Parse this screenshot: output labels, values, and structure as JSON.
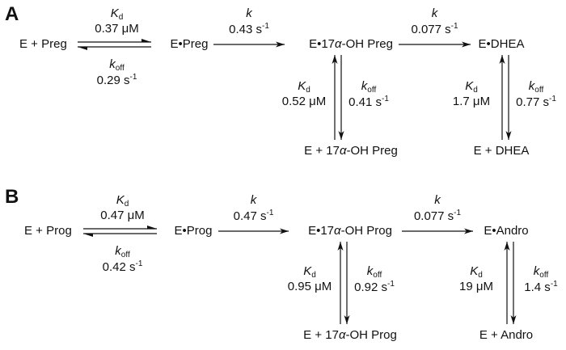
{
  "panels": [
    {
      "label": "A",
      "species": {
        "enzyme_substrate": "E + Preg",
        "complex": "E•Preg",
        "intermediate_complex": "E•17α-OH Preg",
        "product_complex": "E•DHEA",
        "free_intermediate": "E + 17α-OH Preg",
        "free_product": "E + DHEA"
      },
      "binding": {
        "kd_symbol": "K",
        "kd_sub": "d",
        "kd_value": "0.37 μM",
        "koff_symbol": "k",
        "koff_sub": "off",
        "koff_value": "0.29 s",
        "koff_exp": "-1"
      },
      "step1": {
        "symbol": "k",
        "value": "0.43 s",
        "exp": "-1"
      },
      "step2": {
        "symbol": "k",
        "value": "0.077 s",
        "exp": "-1"
      },
      "intermediate_release": {
        "kd_symbol": "K",
        "kd_sub": "d",
        "kd_value": "0.52 μM",
        "koff_symbol": "k",
        "koff_sub": "off",
        "koff_value": "0.41 s",
        "koff_exp": "-1"
      },
      "product_release": {
        "kd_symbol": "K",
        "kd_sub": "d",
        "kd_value": "1.7 μM",
        "koff_symbol": "k",
        "koff_sub": "off",
        "koff_value": "0.77 s",
        "koff_exp": "-1"
      }
    },
    {
      "label": "B",
      "species": {
        "enzyme_substrate": "E + Prog",
        "complex": "E•Prog",
        "intermediate_complex": "E•17α-OH Prog",
        "product_complex": "E•Andro",
        "free_intermediate": "E + 17α-OH Prog",
        "free_product": "E + Andro"
      },
      "binding": {
        "kd_symbol": "K",
        "kd_sub": "d",
        "kd_value": "0.47 μM",
        "koff_symbol": "k",
        "koff_sub": "off",
        "koff_value": "0.42 s",
        "koff_exp": "-1"
      },
      "step1": {
        "symbol": "k",
        "value": "0.47 s",
        "exp": "-1"
      },
      "step2": {
        "symbol": "k",
        "value": "0.077 s",
        "exp": "-1"
      },
      "intermediate_release": {
        "kd_symbol": "K",
        "kd_sub": "d",
        "kd_value": "0.95 μM",
        "koff_symbol": "k",
        "koff_sub": "off",
        "koff_value": "0.92 s",
        "koff_exp": "-1"
      },
      "product_release": {
        "kd_symbol": "K",
        "kd_sub": "d",
        "kd_value": "19 μM",
        "koff_symbol": "k",
        "koff_sub": "off",
        "koff_value": "1.4 s",
        "koff_exp": "-1"
      }
    }
  ],
  "colors": {
    "text": "#111111",
    "arrow": "#111111",
    "background": "#ffffff"
  }
}
